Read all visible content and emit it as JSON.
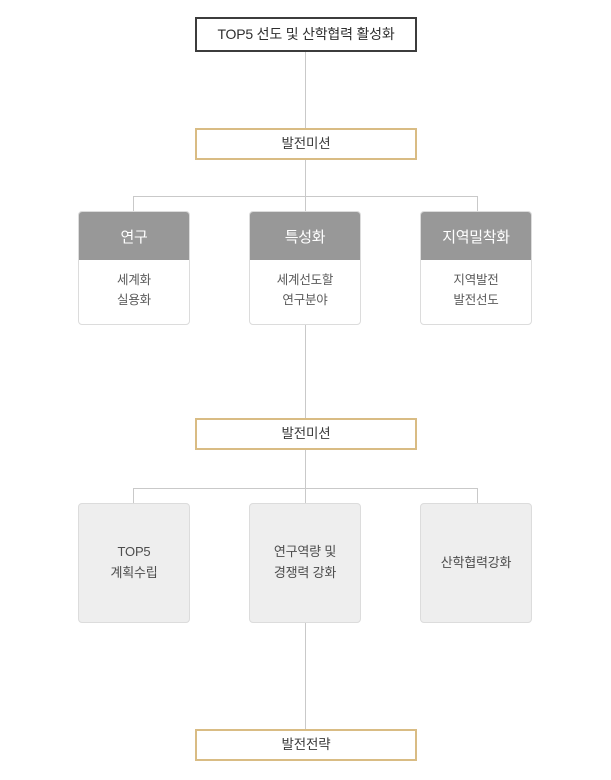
{
  "diagram": {
    "type": "hierarchy-flowchart",
    "orientation": "top-down",
    "colors": {
      "root_border": "#3c3c3c",
      "band_border": "#d9bc84",
      "card_header_bg": "#989898",
      "card_header_text": "#ffffff",
      "tile_bg": "#eeeeee",
      "connector": "#c9c9c9",
      "page_bg": "#ffffff"
    },
    "root": {
      "label": "TOP5 선도 및 산학협력 활성화"
    },
    "bands": [
      {
        "id": "mission-1",
        "label": "발전미션"
      },
      {
        "id": "mission-2",
        "label": "발전미션"
      },
      {
        "id": "strategy",
        "label": "발전전략"
      }
    ],
    "mission_cards": [
      {
        "id": "research",
        "title": "연구",
        "body": "세계화\n실용화"
      },
      {
        "id": "specialty",
        "title": "특성화",
        "body": "세계선도할\n연구분야"
      },
      {
        "id": "local",
        "title": "지역밀착화",
        "body": "지역발전\n발전선도"
      }
    ],
    "strategy_tiles": [
      {
        "id": "top5-plan",
        "label": "TOP5\n계획수립"
      },
      {
        "id": "research-cap",
        "label": "연구역량 및\n경쟁력 강화"
      },
      {
        "id": "industry-coop",
        "label": "산학협력강화"
      }
    ]
  }
}
